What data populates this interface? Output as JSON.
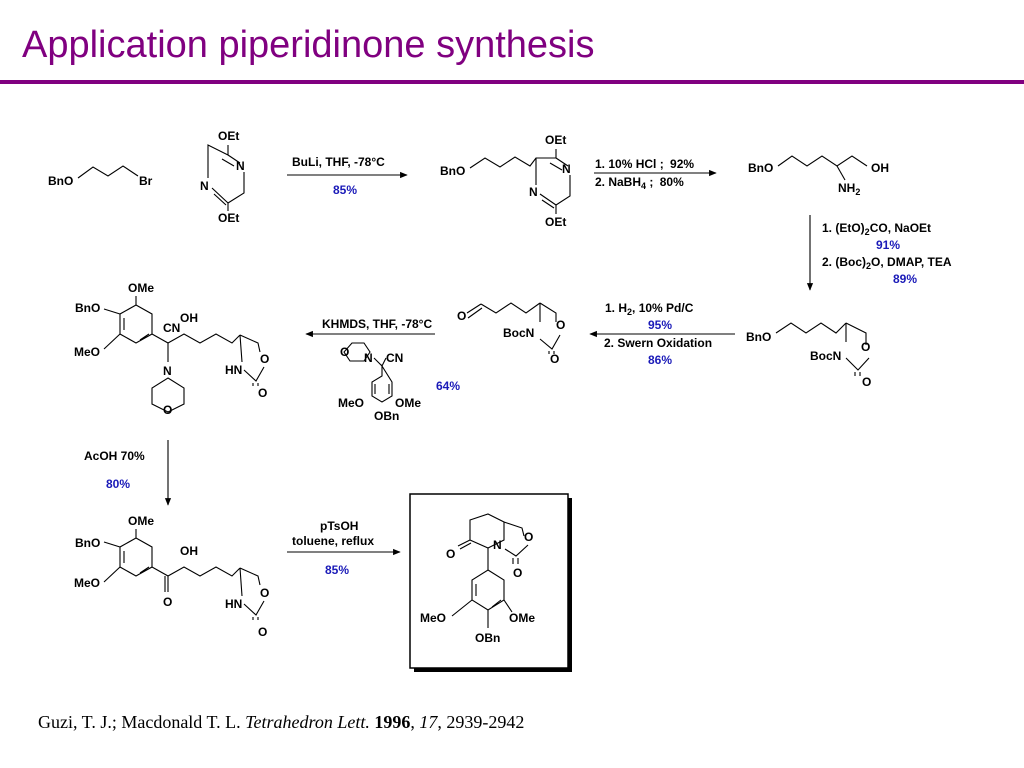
{
  "slide": {
    "title": "Application piperidinone synthesis"
  },
  "atoms": {
    "bno": "BnO",
    "br": "Br",
    "oet": "OEt",
    "n": "N",
    "o": "O",
    "oh": "OH",
    "nh2": "NH",
    "nh2_sub": "2",
    "bocn": "BocN",
    "hn": "HN",
    "cn": "CN",
    "ome": "OMe",
    "meo": "MeO",
    "obn": "OBn"
  },
  "steps": {
    "step1": {
      "reagent": "BuLi, THF, -78°C",
      "yield": "85%"
    },
    "step2": {
      "line1_prefix": "1. 10% HCl ;",
      "line1_yield": "92%",
      "line2_prefix": "2. NaBH",
      "line2_sub": "4",
      "line2_suffix": " ;",
      "line2_yield": "80%"
    },
    "step3": {
      "line1_a": "1. (EtO)",
      "line1_sub": "2",
      "line1_b": "CO, NaOEt",
      "yield1": "91%",
      "line2_a": "2. (Boc)",
      "line2_sub": "2",
      "line2_b": "O, DMAP, TEA",
      "yield2": "89%"
    },
    "step4": {
      "line1_a": "1. H",
      "line1_sub": "2",
      "line1_b": ", 10% Pd/C",
      "yield1": "95%",
      "line2": "2. Swern Oxidation",
      "yield2": "86%"
    },
    "step5": {
      "reagent": "KHMDS, THF, -78°C",
      "yield": "64%"
    },
    "step6": {
      "reagent": "AcOH 70%",
      "yield": "80%"
    },
    "step7": {
      "line1": "pTsOH",
      "line2": "toluene, reflux",
      "yield": "85%"
    }
  },
  "citation": {
    "authors": "Guzi, T. J.; Macdonald T. L.",
    "journal": "Tetrahedron Lett.",
    "year": "1996",
    "volume": "17",
    "pages": "2939-2942"
  },
  "colors": {
    "title": "#800080",
    "yield_blue": "#1a1ab8"
  }
}
